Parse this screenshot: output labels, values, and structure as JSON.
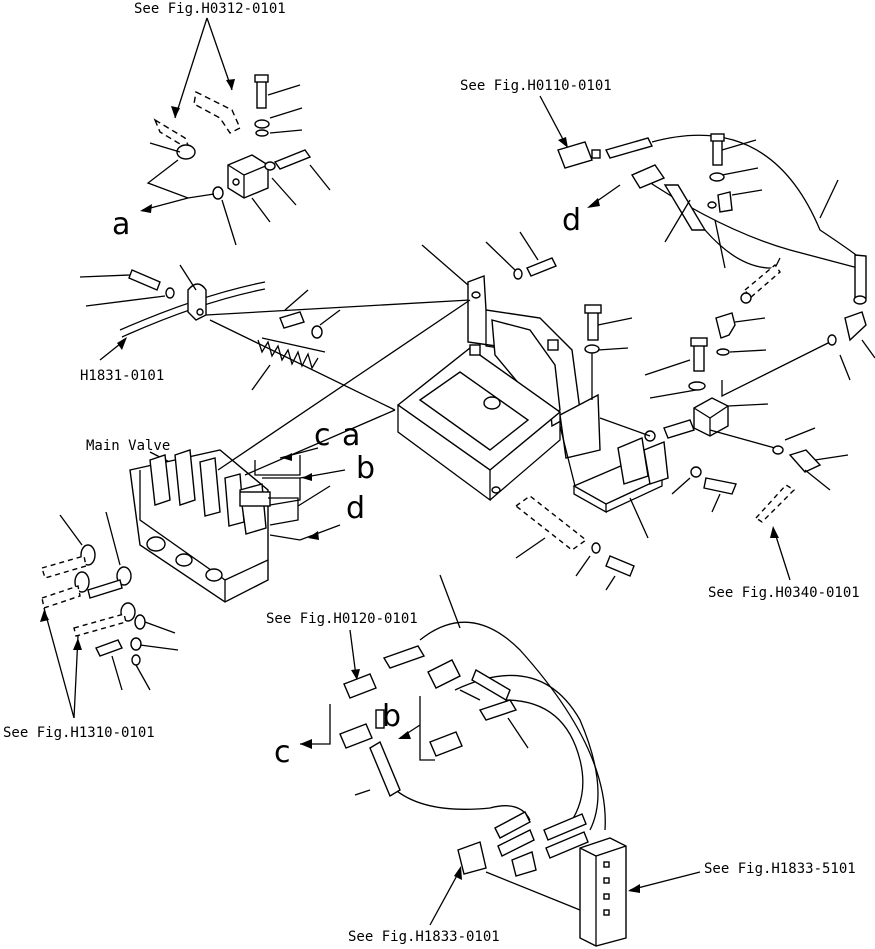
{
  "refs": {
    "h0312": "See Fig.H0312-0101",
    "h0110": "See Fig.H0110-0101",
    "h1831": "H1831-0101",
    "main_valve": "Main Valve",
    "h0340": "See Fig.H0340-0101",
    "h0120": "See Fig.H0120-0101",
    "h1310": "See Fig.H1310-0101",
    "h1833_5101": "See Fig.H1833-5101",
    "h1833_0101": "See Fig.H1833-0101"
  },
  "letters": {
    "a": "a",
    "b": "b",
    "c": "c",
    "d": "d"
  }
}
